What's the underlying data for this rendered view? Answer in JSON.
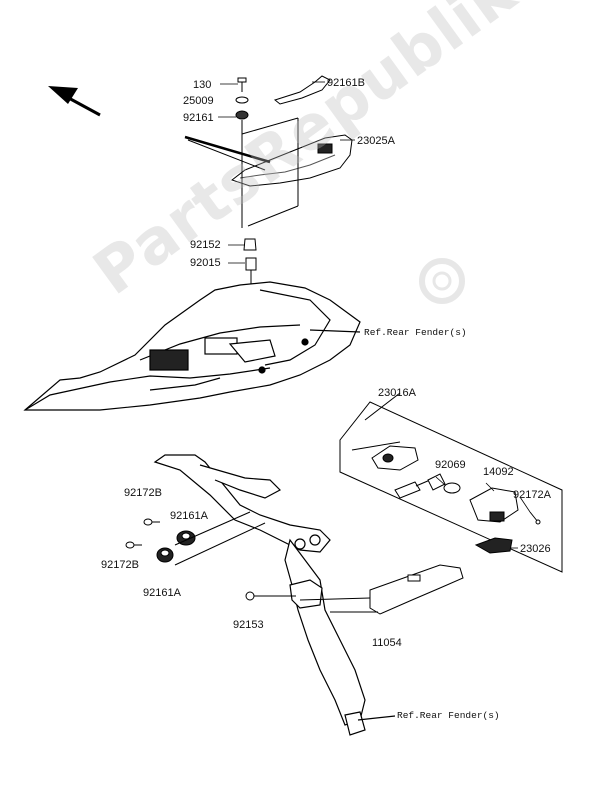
{
  "diagram": {
    "watermark_text": "PartsRepublik",
    "callouts": {
      "p130": "130",
      "p25009": "25009",
      "p92161": "92161",
      "p92161B": "92161B",
      "p23025A": "23025A",
      "p92152": "92152",
      "p92015": "92015",
      "ref_upper": "Ref.Rear Fender(s)",
      "p23016A": "23016A",
      "p92069": "92069",
      "p14092": "14092",
      "p92172A": "92172A",
      "p23026": "23026",
      "p92172B_top": "92172B",
      "p92161A_top": "92161A",
      "p92172B_bottom": "92172B",
      "p92161A_bottom": "92161A",
      "p92153": "92153",
      "p11054": "11054",
      "ref_lower": "Ref.Rear Fender(s)"
    }
  }
}
